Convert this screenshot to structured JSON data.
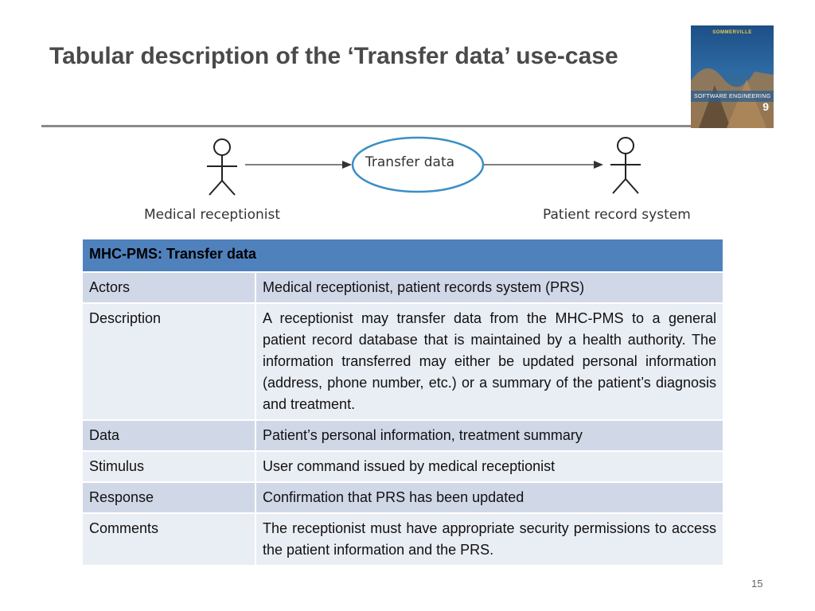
{
  "slide": {
    "title": "Tabular description of the ‘Transfer data’ use-case",
    "page_number": "15"
  },
  "cover": {
    "series": "SOMMERVILLE",
    "title": "SOFTWARE ENGINEERING",
    "edition": "9"
  },
  "diagram": {
    "actor_left": "Medical receptionist",
    "use_case": "Transfer data",
    "actor_right": "Patient record system"
  },
  "table": {
    "header": "MHC-PMS: Transfer data",
    "rows": [
      {
        "key": "Actors",
        "value": "Medical receptionist, patient records system (PRS)"
      },
      {
        "key": "Description",
        "value": "A receptionist may transfer data from the MHC-PMS to a general patient record database that is maintained by a health authority. The information transferred may either be updated personal information (address, phone number, etc.) or a summary of the patient’s diagnosis and treatment."
      },
      {
        "key": "Data",
        "value": "Patient’s personal information, treatment summary"
      },
      {
        "key": "Stimulus",
        "value": "User command issued by medical receptionist"
      },
      {
        "key": "Response",
        "value": "Confirmation that PRS has been updated"
      },
      {
        "key": "Comments",
        "value": "The receptionist must have appropriate security permissions to access the patient information and the PRS."
      }
    ]
  },
  "colors": {
    "header_bg": "#4f81bd",
    "row_dark": "#d0d8e8",
    "row_light": "#e9edf4",
    "ellipse_stroke": "#3a8fc4"
  }
}
